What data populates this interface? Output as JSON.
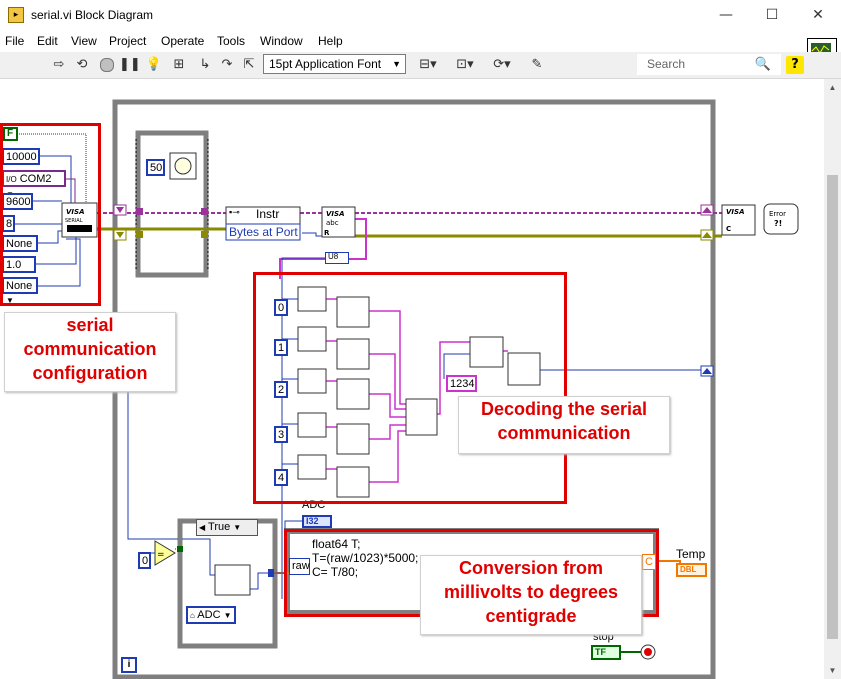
{
  "window": {
    "title": "serial.vi Block Diagram",
    "minimize": "—",
    "maximize": "☐",
    "close": "✕"
  },
  "menu": [
    "File",
    "Edit",
    "View",
    "Project",
    "Operate",
    "Tools",
    "Window",
    "Help"
  ],
  "toolbar": {
    "font": "15pt Application Font",
    "search_placeholder": "Search"
  },
  "serial_config": {
    "bool": "F",
    "timeout": "10000",
    "port": "COM2",
    "baud": "9600",
    "data_bits": "8",
    "parity": "None",
    "stop_bits": "1.0",
    "flow": "None"
  },
  "loop": {
    "wait_ms": "50",
    "instr_label": "Instr",
    "bytes_at_port": "Bytes at Port",
    "u8": "U8",
    "iteration_icon": "i"
  },
  "decoding": {
    "indices": [
      "0",
      "1",
      "2",
      "3",
      "4"
    ],
    "const_1234": "1234"
  },
  "case": {
    "selector": "True",
    "zero": "0",
    "adc_label": "ADC",
    "adc_enum": "ADC",
    "i32": "I32"
  },
  "formula": {
    "code": [
      "float64 T;",
      "T=(raw/1023)*5000;",
      "C= T/80;"
    ],
    "input": "raw",
    "output": "C",
    "temp_label": "Temp",
    "dbl": "DBL"
  },
  "stop": {
    "label": "stop",
    "tf": "TF"
  },
  "annotations": {
    "serial": "serial communication configuration",
    "decoding": "Decoding the serial communication",
    "conversion": "Conversion from millivolts to degrees centigrade"
  },
  "colors": {
    "red": "#e00000",
    "wire_blue": "#1f3bb3",
    "wire_pink": "#cc33cc",
    "wire_olive": "#8a8a00",
    "orange": "#f07800"
  }
}
